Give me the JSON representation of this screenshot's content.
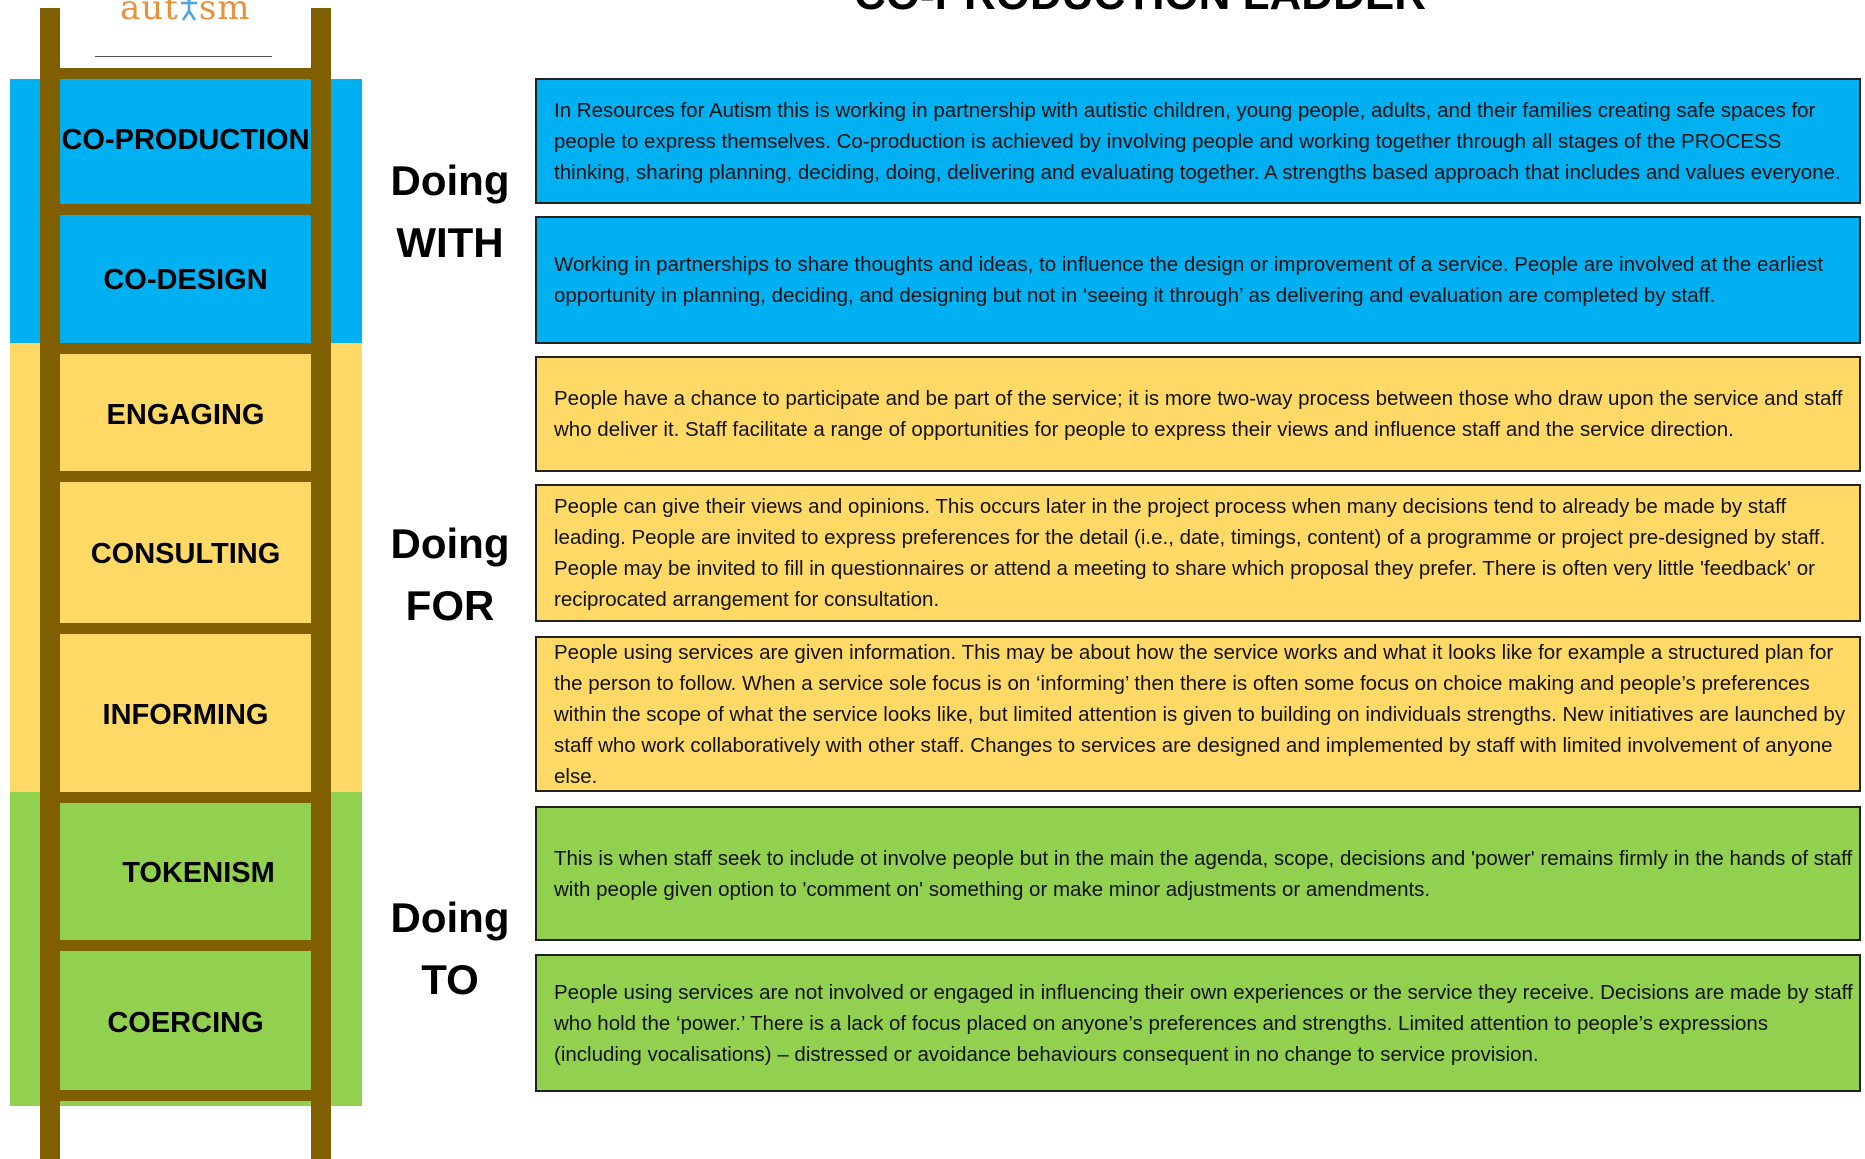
{
  "logo": {
    "text_before": "aut",
    "icon": "person-figure-icon",
    "text_after": "sm"
  },
  "title": "CO-PRODUCTION LADDER",
  "colors": {
    "blue": "#00b0f0",
    "yellow": "#ffd966",
    "green": "#92d050",
    "ladder": "#7f5f00"
  },
  "ladder": {
    "rungs": [
      {
        "label": "CO-PRODUCTION"
      },
      {
        "label": "CO-DESIGN"
      },
      {
        "label": "ENGAGING"
      },
      {
        "label": "CONSULTING"
      },
      {
        "label": "INFORMING"
      },
      {
        "label": "TOKENISM"
      },
      {
        "label": "COERCING"
      }
    ]
  },
  "groups": [
    {
      "line1": "Doing",
      "line2": "WITH"
    },
    {
      "line1": "Doing",
      "line2": "FOR"
    },
    {
      "line1": "Doing",
      "line2": "TO"
    }
  ],
  "descriptions": [
    "In Resources for Autism this is working in partnership with autistic children, young people, adults, and their families creating safe spaces for people to express themselves.  Co-production is achieved by involving people and working together through all stages of the PROCESS thinking, sharing planning, deciding, doing, delivering and evaluating together.  A strengths based approach that includes and values everyone.",
    "Working in partnerships to share thoughts and ideas, to influence the design or improvement of a service.  People are involved at the earliest opportunity in planning, deciding, and designing but not in ‘seeing it through’ as delivering and evaluation are completed by staff.",
    "People have a chance to participate and be part of the service; it is more two-way process between those who draw upon the service and staff who deliver it.  Staff facilitate a range of opportunities for people to express their views and influence staff and the service direction.",
    "People can give their views and opinions.  This occurs later in the project process when many decisions tend to already be made by staff leading.  People are invited to express preferences for the detail (i.e., date, timings, content) of a programme or project pre-designed by staff.  People may be invited to fill in questionnaires or attend a meeting to share which proposal they prefer.  There is often very little 'feedback' or reciprocated arrangement for consultation.",
    "People using services are given information.  This may be about how the service works and what it looks like for example a structured plan for the person to follow. When a service sole focus is on ‘informing’ then there is often some focus on choice making and people’s preferences within the scope of what the service looks like, but limited attention is given to building on individuals strengths.  New initiatives are launched by staff who work collaboratively with other staff. Changes to services are designed and implemented by staff with limited involvement of anyone else.",
    "This is when staff seek to include ot involve people but in the main the agenda, scope, decisions and 'power' remains firmly in the hands of staff with people given option to 'comment on' something or make minor adjustments or amendments.",
    "People using services are not involved or engaged in influencing their own experiences or the service they receive.  Decisions are made by staff who hold the ‘power.’  There is a lack of focus placed on anyone’s preferences and strengths. Limited attention to people’s expressions (including vocalisations) – distressed or avoidance behaviours consequent in no change to service provision."
  ]
}
